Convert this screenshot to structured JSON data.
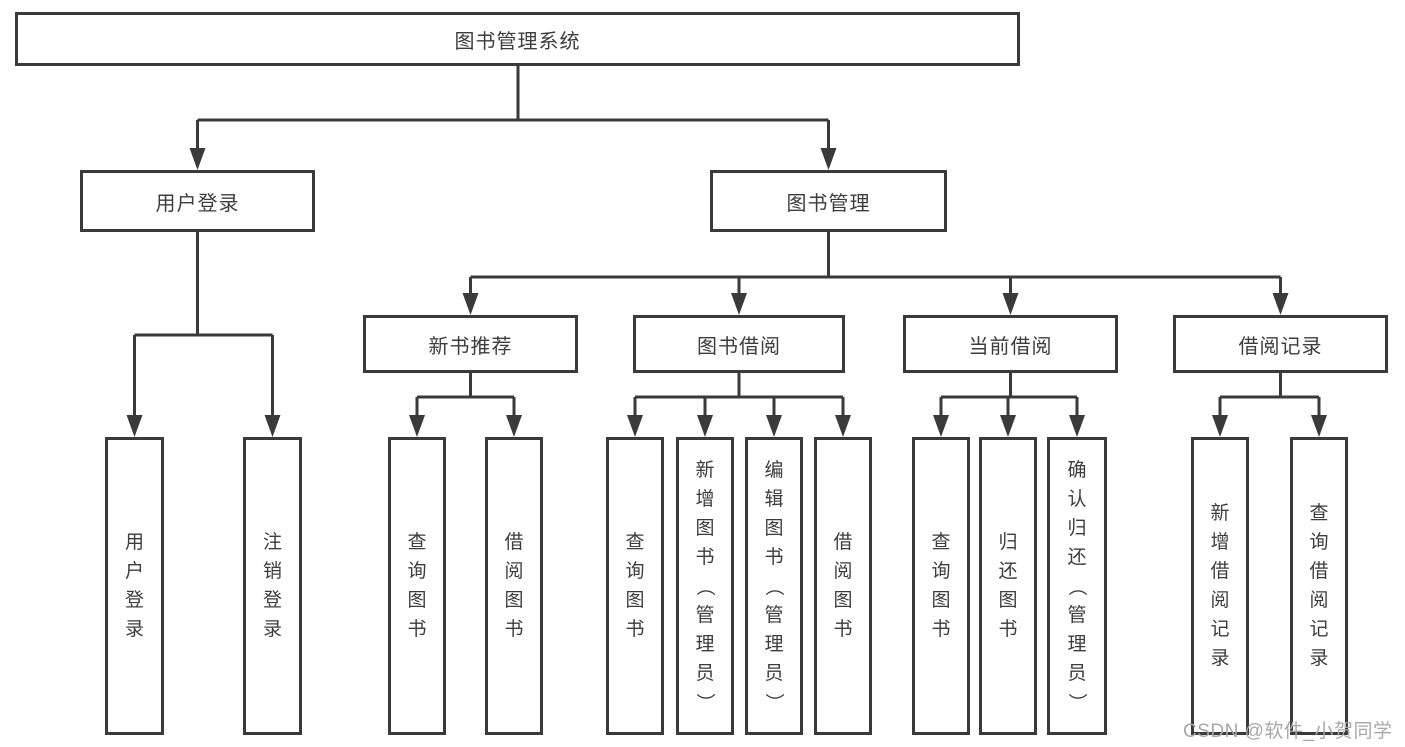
{
  "diagram": {
    "type": "tree-structure-chart",
    "colors": {
      "line": "#3a3a3a",
      "box_border": "#3a3a3a",
      "box_background": "#ffffff",
      "text": "#3d3d3d",
      "watermark_text_color": "#a8a8a8"
    },
    "watermark": "CSDN @软件_小贺同学",
    "tree": {
      "root": {
        "label": "图书管理系统",
        "children": [
          {
            "label": "用户登录",
            "children": [
              {
                "label": "用户登录"
              },
              {
                "label": "注销登录"
              }
            ]
          },
          {
            "label": "图书管理",
            "children": [
              {
                "label": "新书推荐",
                "children": [
                  {
                    "label": "查询图书"
                  },
                  {
                    "label": "借阅图书"
                  }
                ]
              },
              {
                "label": "图书借阅",
                "children": [
                  {
                    "label": "查询图书"
                  },
                  {
                    "label": "新增图书（管理员）"
                  },
                  {
                    "label": "编辑图书（管理员）"
                  },
                  {
                    "label": "借阅图书"
                  }
                ]
              },
              {
                "label": "当前借阅",
                "children": [
                  {
                    "label": "查询图书"
                  },
                  {
                    "label": "归还图书"
                  },
                  {
                    "label": "确认归还（管理员）"
                  }
                ]
              },
              {
                "label": "借阅记录",
                "children": [
                  {
                    "label": "新增借阅记录"
                  },
                  {
                    "label": "查询借阅记录"
                  }
                ]
              }
            ]
          }
        ]
      }
    }
  }
}
